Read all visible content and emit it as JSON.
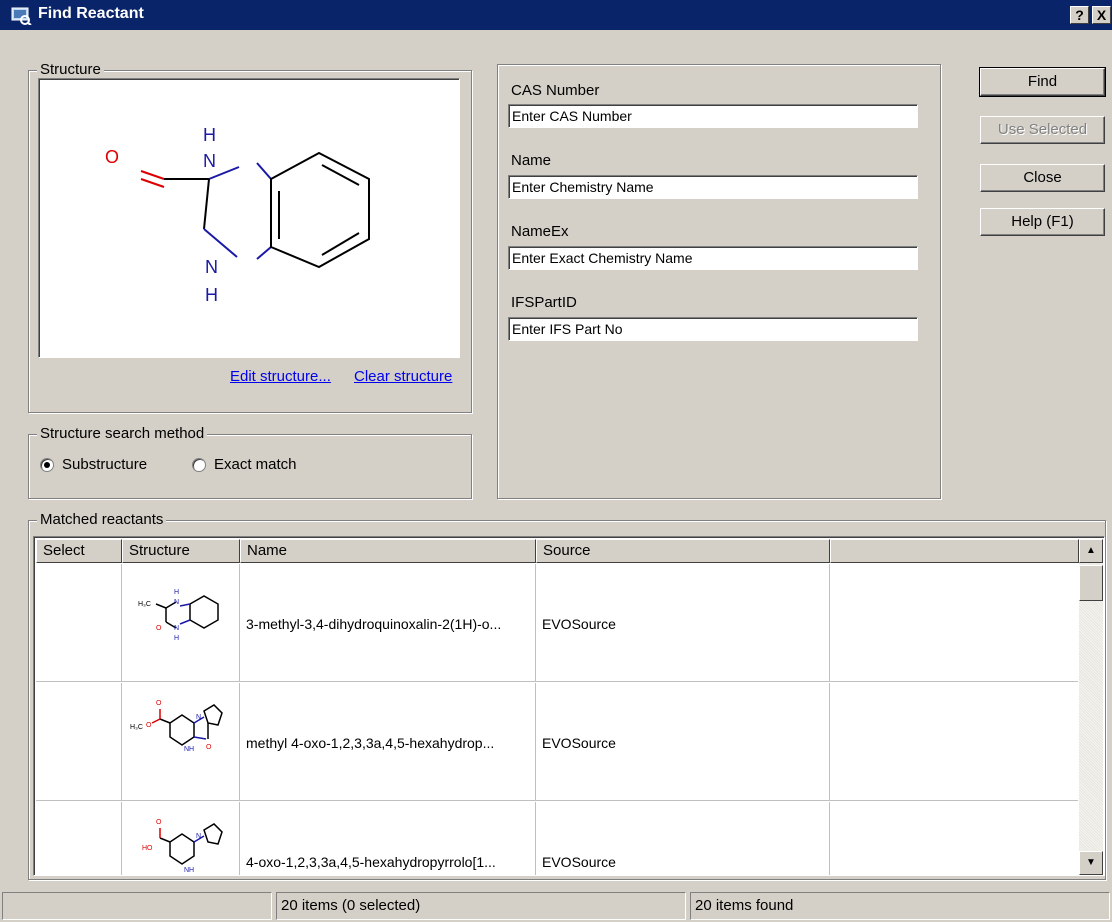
{
  "window": {
    "title": "Find Reactant",
    "help_btn": "?",
    "close_btn": "X"
  },
  "structure_group": {
    "legend": "Structure",
    "atom_labels": {
      "h_top": "H",
      "n_top": "N",
      "o": "O",
      "n_bottom": "N",
      "h_bottom": "H"
    },
    "edit_link": "Edit structure...",
    "clear_link": "Clear structure"
  },
  "search_method": {
    "legend": "Structure search method",
    "options": [
      {
        "label": "Substructure",
        "checked": true
      },
      {
        "label": "Exact match",
        "checked": false
      }
    ]
  },
  "fields": [
    {
      "label": "CAS Number",
      "placeholder": "Enter CAS Number"
    },
    {
      "label": "Name",
      "placeholder": "Enter Chemistry Name"
    },
    {
      "label": "NameEx",
      "placeholder": "Enter Exact Chemistry Name"
    },
    {
      "label": "IFSPartID",
      "placeholder": "Enter IFS Part No"
    }
  ],
  "buttons": {
    "find": "Find",
    "use_selected": "Use Selected",
    "close": "Close",
    "help": "Help (F1)"
  },
  "matched": {
    "legend": "Matched reactants",
    "columns": [
      "Select",
      "Structure",
      "Name",
      "Source",
      ""
    ],
    "rows": [
      {
        "name": "3-methyl-3,4-dihydroquinoxalin-2(1H)-o...",
        "source": "EVOSource",
        "labels": [
          "H₃C",
          "H",
          "N",
          "N",
          "H",
          "O"
        ]
      },
      {
        "name": "methyl 4-oxo-1,2,3,3a,4,5-hexahydrop...",
        "source": "EVOSource",
        "labels": [
          "O",
          "H₃C",
          "O",
          "N",
          "NH",
          "O"
        ]
      },
      {
        "name": "4-oxo-1,2,3,3a,4,5-hexahydropyrrolo[1...",
        "source": "EVOSource",
        "labels": [
          "O",
          "HO",
          "N",
          "NH"
        ]
      }
    ]
  },
  "status": {
    "items": "20 items (0 selected)",
    "found": "20 items found"
  }
}
